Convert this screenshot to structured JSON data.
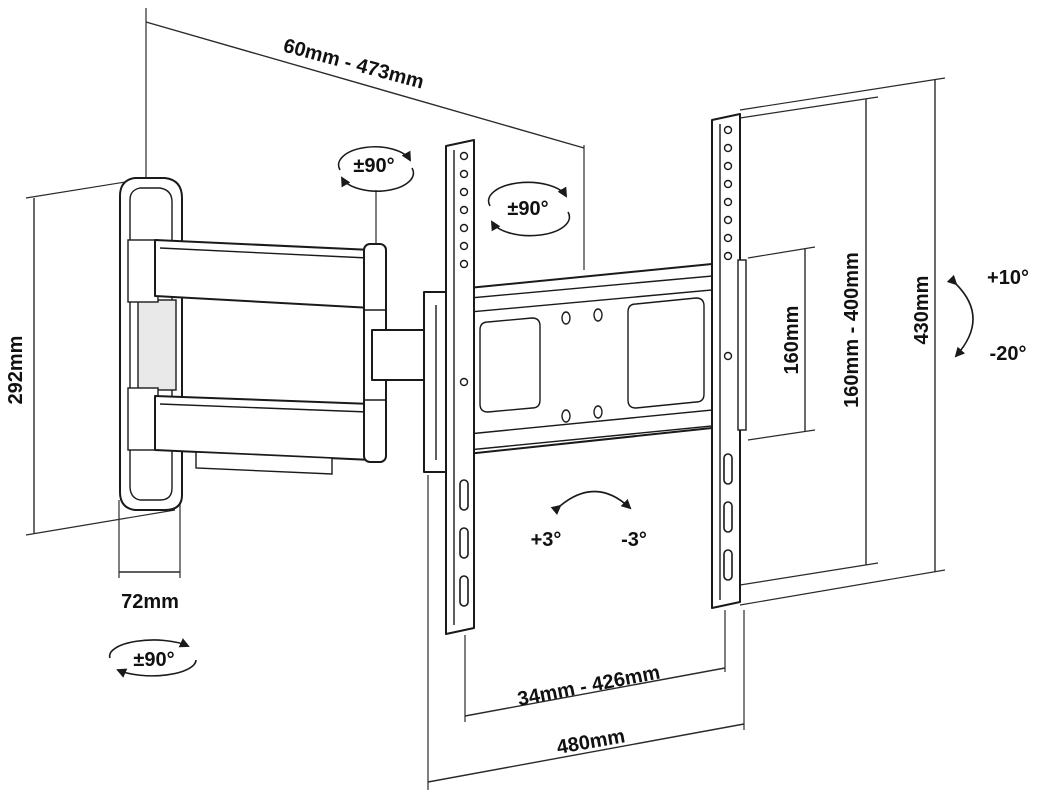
{
  "labels": {
    "arm_extension": "60mm - 473mm",
    "swivel_top": "±90°",
    "swivel_mid": "±90°",
    "swivel_wall": "±90°",
    "wall_plate_height": "292mm",
    "wall_plate_depth": "72mm",
    "vesa_horizontal": "34mm - 426mm",
    "bracket_width": "480mm",
    "inner_hole_height": "160mm",
    "vesa_vertical": "160mm - 400mm",
    "bracket_height": "430mm",
    "tilt_up": "+10°",
    "tilt_down": "-20°",
    "level_plus": "+3°",
    "level_minus": "-3°"
  }
}
